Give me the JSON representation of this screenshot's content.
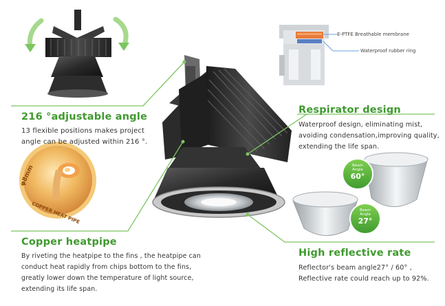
{
  "features": {
    "adjustable": {
      "title": "216 °adjustable angle",
      "lines": [
        "13 flexible positions makes project",
        "angle can be adjusted within 216 °."
      ]
    },
    "respirator": {
      "title": "Respirator design",
      "lines": [
        "Waterproof design, eliminating mist,",
        "avoiding condensation,improving quality,",
        "extending the life span."
      ]
    },
    "heatpipe": {
      "title": "Copper heatpipe",
      "lines": [
        "By riveting the heatpipe to the fins , the heatpipe can",
        "conduct  heat rapidly from chips bottom to the fins,",
        "greatly  lower down the  temperature of light source,",
        "extending its life span."
      ]
    },
    "reflective": {
      "title": "High reflective rate",
      "lines": [
        "Reflector's beam angle27°  / 60°  ,",
        "Reflective rate could reach up to 92%."
      ]
    }
  },
  "callouts": {
    "membrane": "E-PTFE Breathable membrane",
    "ring": "Waterproof rubber ring"
  },
  "badges": {
    "beam60": {
      "label_1": "Beam",
      "label_2": "Angle",
      "value": "60°"
    },
    "beam27": {
      "label_1": "Beam",
      "label_2": "Angle",
      "value": "27°"
    }
  },
  "pipe_badge": {
    "diameter": "φ8mm",
    "caption": "COPPER HEAT PIPE"
  },
  "colors": {
    "accent_green": "#3f9a2f",
    "badge_green": "#57b535",
    "arrow_green": "#7cc560",
    "copper": "#d68a3c"
  }
}
